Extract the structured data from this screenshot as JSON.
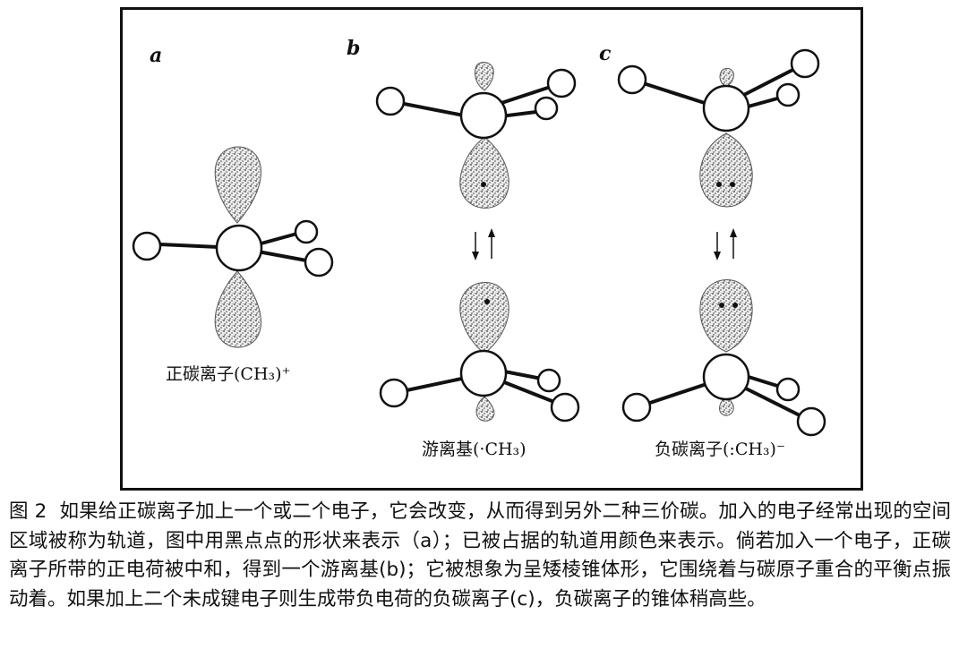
{
  "figure": {
    "panels": [
      {
        "letter": "a",
        "species_label": "正碳离子(CH₃)⁺"
      },
      {
        "letter": "b",
        "species_label": "游离基(·CH₃)"
      },
      {
        "letter": "c",
        "species_label": "负碳离子(:CH₃)⁻"
      }
    ]
  },
  "caption": {
    "label": "图 2",
    "text": "如果给正碳离子加上一个或二个电子，它会改变，从而得到另外二种三价碳。加入的电子经常出现的空间区域被称为轨道，图中用黑点点的形状来表示（a）；已被占据的轨道用颜色来表示。倘若加入一个电子，正碳离子所带的正电荷被中和，得到一个游离基(b)；它被想象为呈矮棱锥体形，它围绕着与碳原子重合的平衡点振动着。如果加上二个未成键电子则生成带负电荷的负碳离子(c)，负碳离子的锥体稍高些。"
  }
}
